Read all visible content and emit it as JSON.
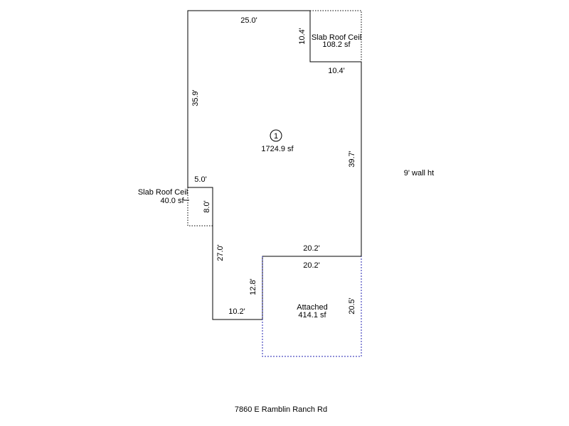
{
  "plan": {
    "room_number": "1",
    "main_area": "1724.9 sf",
    "wall_height": "9' wall ht",
    "address": "7860 E Ramblin Ranch Rd",
    "dims": {
      "top": "25.0'",
      "left_upper": "35.9'",
      "right": "39.7'",
      "notch_top": "5.0'",
      "notch_side": "8.0'",
      "left_lower": "27.0'",
      "bottom_left": "10.2'",
      "garage_wall": "12.8'",
      "step_top": "20.2'",
      "slab_top_side": "10.4'",
      "slab_top_bottom": "10.4'"
    },
    "slab_top": {
      "label": "Slab Roof Ceil",
      "area": "108.2 sf"
    },
    "slab_left": {
      "label": "Slab Roof Ceil",
      "area": "40.0 sf"
    },
    "garage": {
      "label": "Attached",
      "area": "414.1 sf",
      "top": "20.2'",
      "side": "20.5'"
    }
  }
}
